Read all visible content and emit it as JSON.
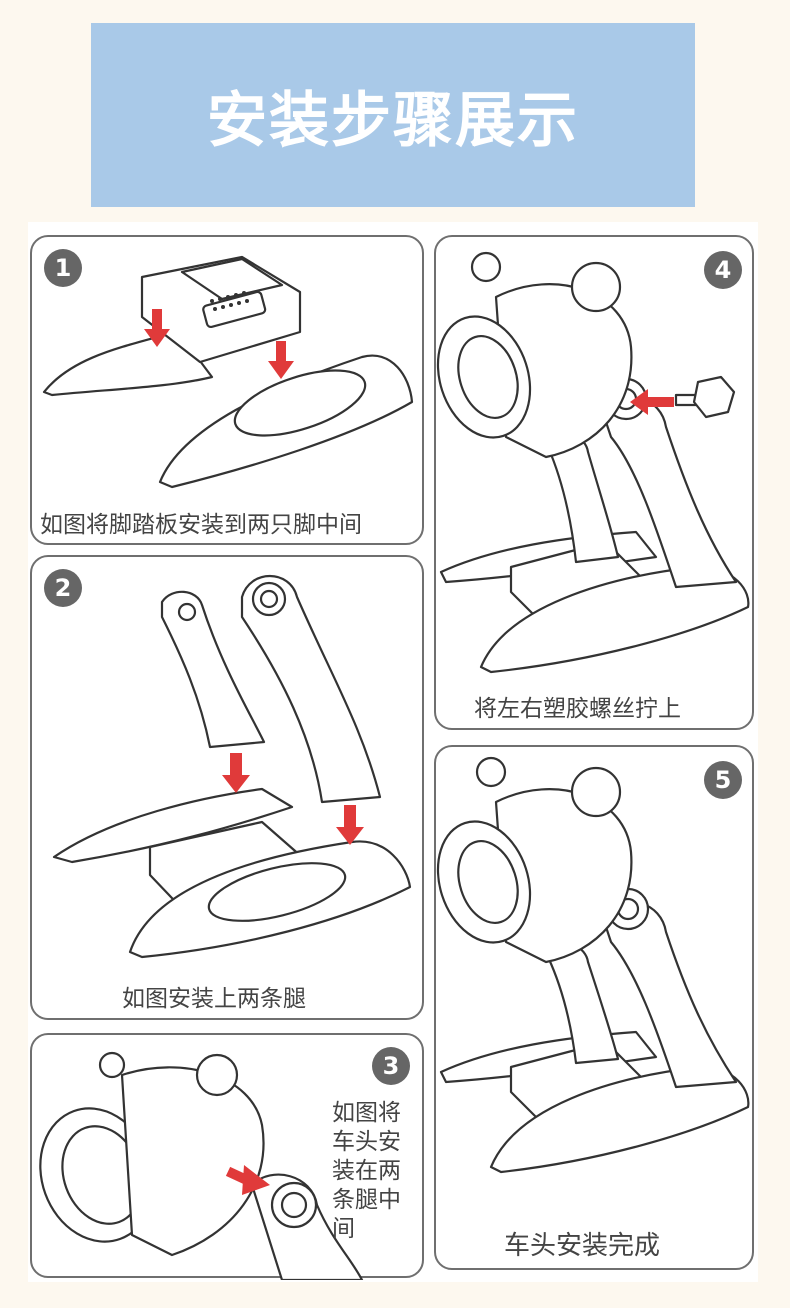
{
  "header": {
    "title": "安装步骤展示"
  },
  "steps": [
    {
      "number": "1",
      "caption": "如图将脚踏板安装到两只脚中间"
    },
    {
      "number": "2",
      "caption": "如图安装上两条腿"
    },
    {
      "number": "3",
      "caption": "如图将\n车头安\n装在两\n条腿中\n间"
    },
    {
      "number": "4",
      "caption": "将左右塑胶螺丝拧上"
    },
    {
      "number": "5",
      "caption": "车头安装完成"
    }
  ],
  "colors": {
    "banner": "#a9c9e8",
    "badge": "#666666",
    "arrow": "#e03a3a",
    "border": "#6f6f6f"
  }
}
